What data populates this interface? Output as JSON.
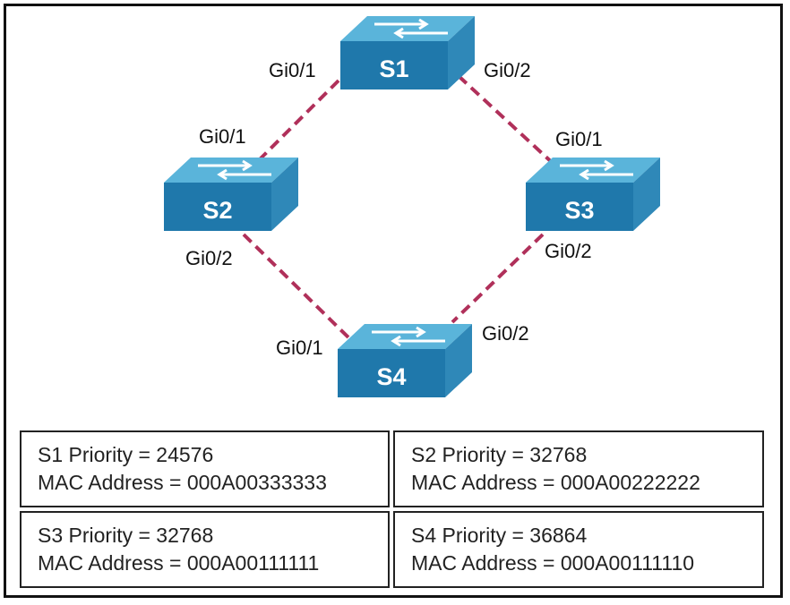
{
  "colors": {
    "link": "#b0305a",
    "switch_top": "#5ab4da",
    "switch_side": "#2f88b8",
    "switch_front": "#1f78ab",
    "arrow": "#ffffff"
  },
  "switches": [
    {
      "id": "s1",
      "label": "S1"
    },
    {
      "id": "s2",
      "label": "S2"
    },
    {
      "id": "s3",
      "label": "S3"
    },
    {
      "id": "s4",
      "label": "S4"
    }
  ],
  "ports": {
    "s1_left": "Gi0/1",
    "s1_right": "Gi0/2",
    "s2_top": "Gi0/1",
    "s2_bottom": "Gi0/2",
    "s3_top": "Gi0/1",
    "s3_bottom": "Gi0/2",
    "s4_left": "Gi0/1",
    "s4_right": "Gi0/2"
  },
  "info": [
    {
      "switch": "S1",
      "priority": "S1 Priority = 24576",
      "mac": "MAC Address = 000A00333333"
    },
    {
      "switch": "S2",
      "priority": "S2 Priority = 32768",
      "mac": "MAC Address = 000A00222222"
    },
    {
      "switch": "S3",
      "priority": "S3 Priority = 32768",
      "mac": "MAC Address = 000A00111111"
    },
    {
      "switch": "S4",
      "priority": "S4 Priority = 36864",
      "mac": "MAC Address = 000A00111110"
    }
  ]
}
